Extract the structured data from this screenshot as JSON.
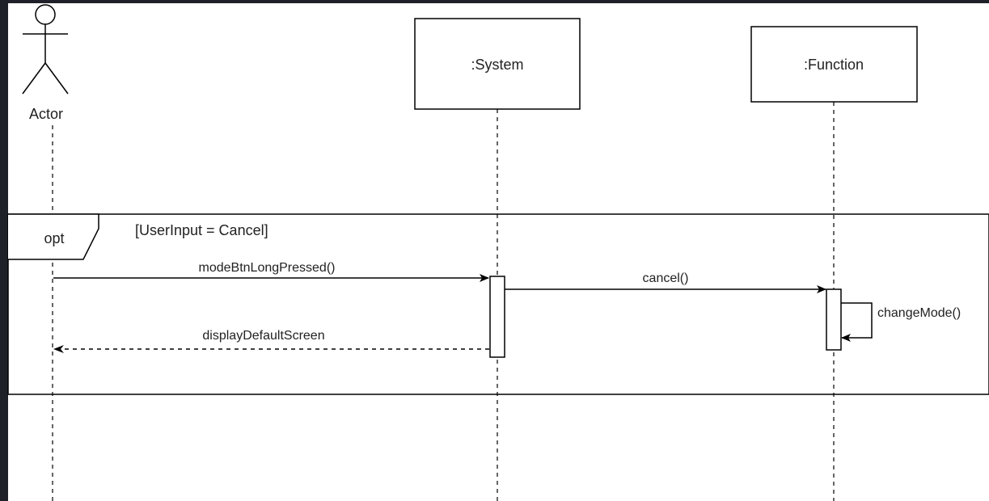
{
  "diagram": {
    "type": "sequence",
    "participants": [
      {
        "kind": "actor",
        "label": "Actor"
      },
      {
        "kind": "object",
        "label": ":System"
      },
      {
        "kind": "object",
        "label": ":Function"
      }
    ],
    "fragment": {
      "operator": "opt",
      "guard": "[UserInput = Cancel]"
    },
    "messages": [
      {
        "from": "Actor",
        "to": ":System",
        "label": "modeBtnLongPressed()",
        "style": "sync"
      },
      {
        "from": ":System",
        "to": ":Function",
        "label": "cancel()",
        "style": "sync"
      },
      {
        "from": ":Function",
        "to": ":Function",
        "label": "changeMode()",
        "style": "self"
      },
      {
        "from": ":System",
        "to": "Actor",
        "label": "displayDefaultScreen",
        "style": "return"
      }
    ]
  },
  "colors": {
    "background": "#ffffff",
    "frame": "#1e2228",
    "ink": "#000000"
  }
}
